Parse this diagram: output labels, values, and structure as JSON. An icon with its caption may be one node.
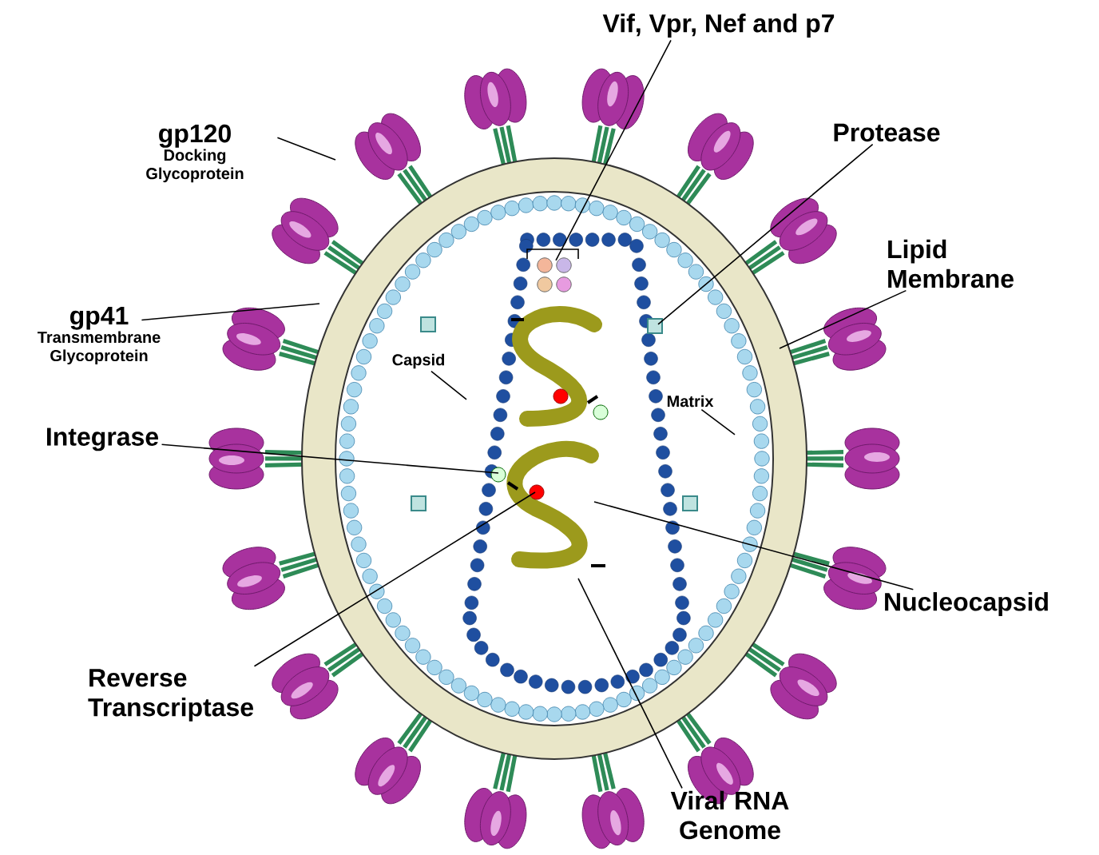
{
  "diagram": {
    "nodes": [
      {
        "text": [
          "Vif, Vpr, Nef and p7"
        ]
      },
      {
        "text": [
          "gp120",
          "Docking Glycoprotein"
        ]
      },
      {
        "text": [
          "Protease"
        ]
      },
      {
        "text": [
          "Lipid Membrane"
        ]
      },
      {
        "text": [
          "gp41",
          "Transmembrane Glycoprotein"
        ]
      },
      {
        "text": [
          "Capsid"
        ]
      },
      {
        "text": [
          "Matrix"
        ]
      },
      {
        "text": [
          "Integrase"
        ]
      },
      {
        "text": [
          "Nucleocapsid"
        ]
      },
      {
        "text": [
          "Reverse Transcriptase"
        ]
      },
      {
        "text": [
          "Viral RNA Genome"
        ]
      }
    ],
    "edges": [
      {
        "from": 0,
        "to": null,
        "arrow": "none"
      },
      {
        "from": 1,
        "to": null,
        "arrow": "none"
      },
      {
        "from": 2,
        "to": null,
        "arrow": "none"
      },
      {
        "from": 3,
        "to": null,
        "arrow": "none"
      },
      {
        "from": 4,
        "to": null,
        "arrow": "none"
      },
      {
        "from": 5,
        "to": null,
        "arrow": "none"
      },
      {
        "from": 6,
        "to": null,
        "arrow": "none"
      },
      {
        "from": 7,
        "to": null,
        "arrow": "none"
      },
      {
        "from": 8,
        "to": null,
        "arrow": "none"
      },
      {
        "from": 9,
        "to": null,
        "arrow": "none"
      },
      {
        "from": 10,
        "to": null,
        "arrow": "none"
      }
    ]
  }
}
